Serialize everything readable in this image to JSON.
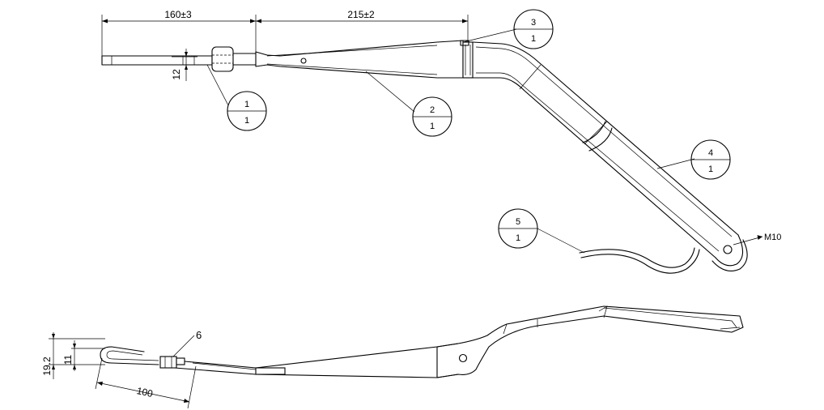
{
  "dimensions": {
    "upper_left_length": "160±3",
    "upper_mid_length": "215±2",
    "upper_height": "12",
    "lower_height_outer": "19.2",
    "lower_height_inner": "11",
    "lower_length": "100"
  },
  "balloons": [
    {
      "item": "1",
      "qty": "1"
    },
    {
      "item": "2",
      "qty": "1"
    },
    {
      "item": "3",
      "qty": "1"
    },
    {
      "item": "4",
      "qty": "1"
    },
    {
      "item": "5",
      "qty": "1"
    }
  ],
  "callouts": {
    "part6": "6",
    "thread_note": "M10"
  }
}
